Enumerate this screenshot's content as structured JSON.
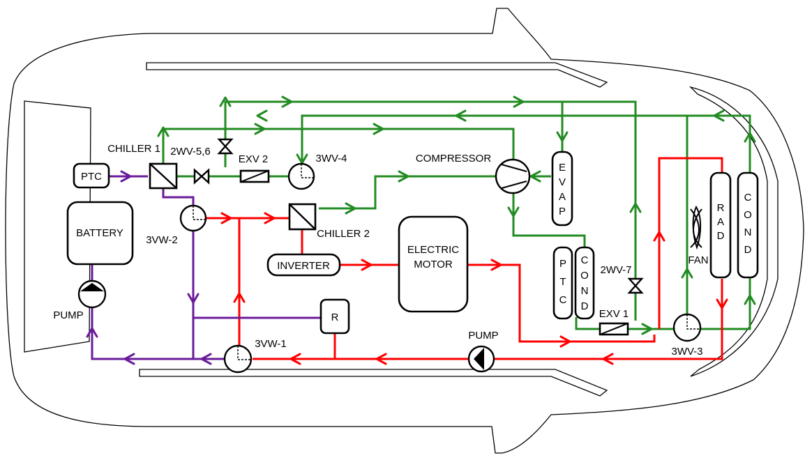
{
  "components": {
    "ptc_left": "PTC",
    "battery": "BATTERY",
    "chiller1": "CHILLER 1",
    "valve_2wv56": "2WV-5,6",
    "exv2": "EXV 2",
    "valve_3wv4": "3WV-4",
    "compressor": "COMPRESSOR",
    "evap": "EVAP",
    "valve_3vw2": "3VW-2",
    "chiller2": "CHILLER 2",
    "inverter": "INVERTER",
    "motor_line1": "ELECTRIC",
    "motor_line2": "MOTOR",
    "ptc_right": "PTC",
    "cond_inner": "COND",
    "valve_2wv7": "2WV-7",
    "exv1": "EXV 1",
    "valve_3wv3": "3WV-3",
    "fan": "FAN",
    "rad": "RAD",
    "cond_outer": "COND",
    "pump_left": "PUMP",
    "pump_right": "PUMP",
    "reservoir": "R",
    "valve_3vw1": "3VW-1"
  },
  "colors": {
    "refrigerant": "#228b22",
    "hot_coolant": "#ff0000",
    "cold_coolant": "#6a1b9a",
    "outline": "#000000"
  }
}
